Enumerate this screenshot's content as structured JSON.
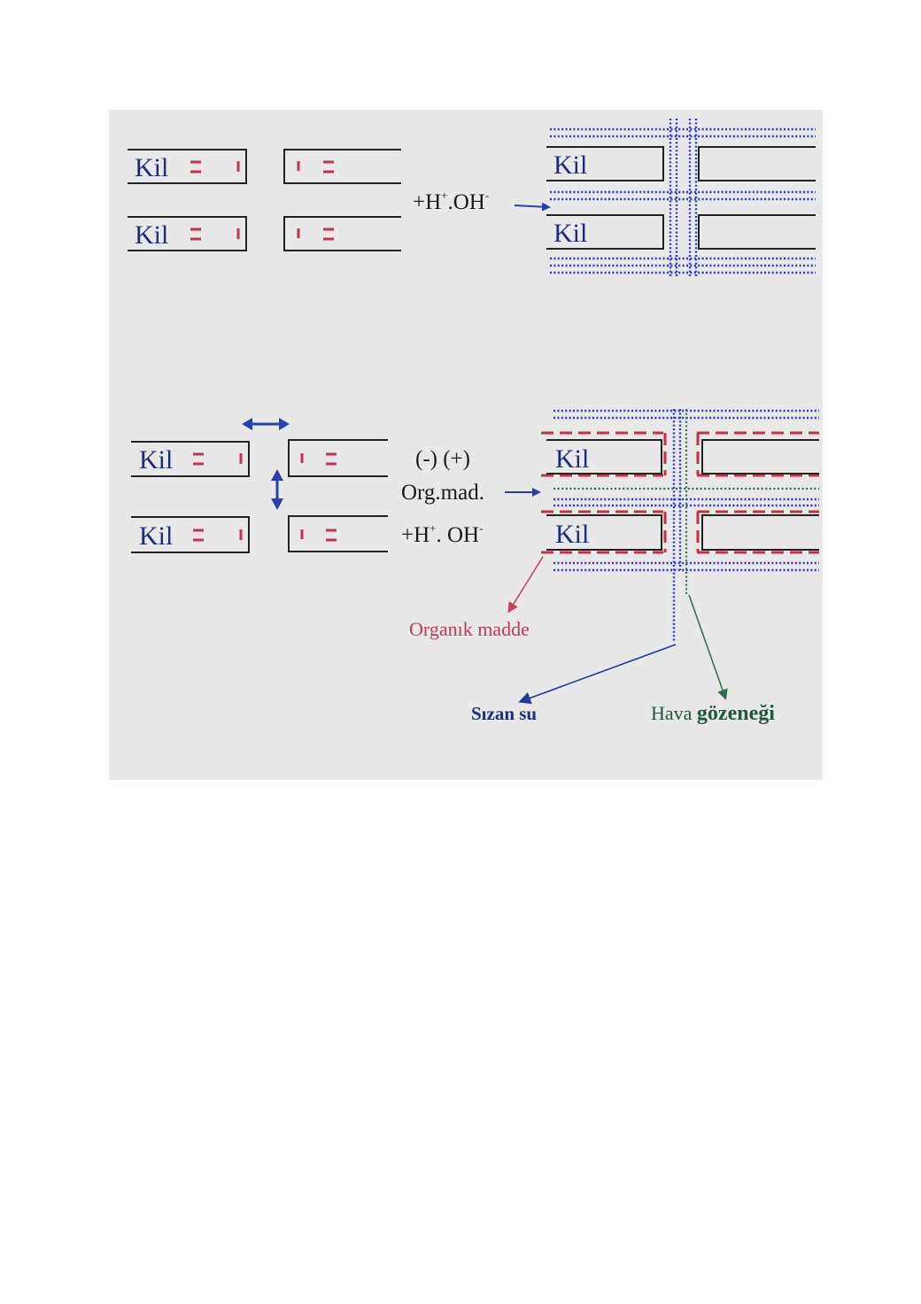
{
  "figure": {
    "clay_label": "Kil",
    "sign_double": "=",
    "sign_single": "ı",
    "top_reagent": {
      "base": "+H",
      "sup1": "+",
      "mid": ".OH",
      "sup2": "-"
    },
    "bottom_charges": "(-) (+)",
    "bottom_org": "Org.mad.",
    "bottom_reagent": {
      "base": "+H",
      "sup1": "+",
      "mid": ". OH",
      "sup2": "-"
    },
    "legend_organic": "Organık madde",
    "legend_seepage": "Sızan su",
    "legend_air_1": "Hava",
    "legend_air_2": "gözeneği"
  },
  "colors": {
    "background": "#e8e8e9",
    "clay_text": "#1e2a7a",
    "outline": "#222222",
    "charge_red": "#c8324e",
    "water_blue": "#2b36c9",
    "organic_red": "#c43045",
    "air_green": "#2f6b46",
    "arrow_blue": "#2a3fae"
  },
  "icons": {
    "horizontal_arrow": "double-headed-horizontal-arrow",
    "vertical_arrow": "double-headed-vertical-arrow"
  }
}
